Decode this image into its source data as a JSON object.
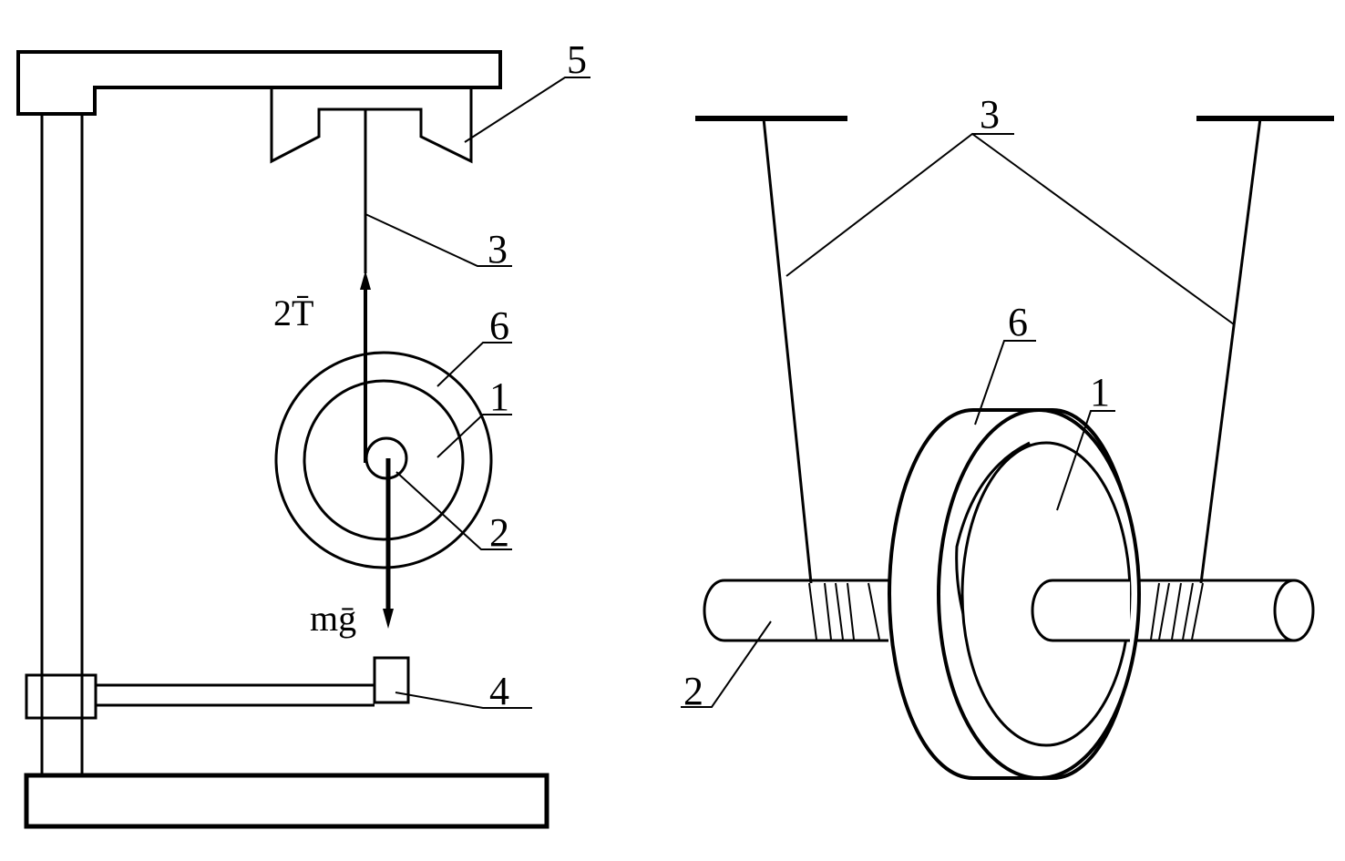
{
  "left_view": {
    "labels": {
      "stand_top": "5",
      "thread": "3",
      "disk": "1",
      "ring": "6",
      "axle": "2",
      "stopper": "4"
    },
    "forces": {
      "tension": "2T̄",
      "gravity": "mḡ"
    }
  },
  "right_view": {
    "labels": {
      "threads": "3",
      "ring": "6",
      "disk": "1",
      "axle": "2"
    }
  }
}
